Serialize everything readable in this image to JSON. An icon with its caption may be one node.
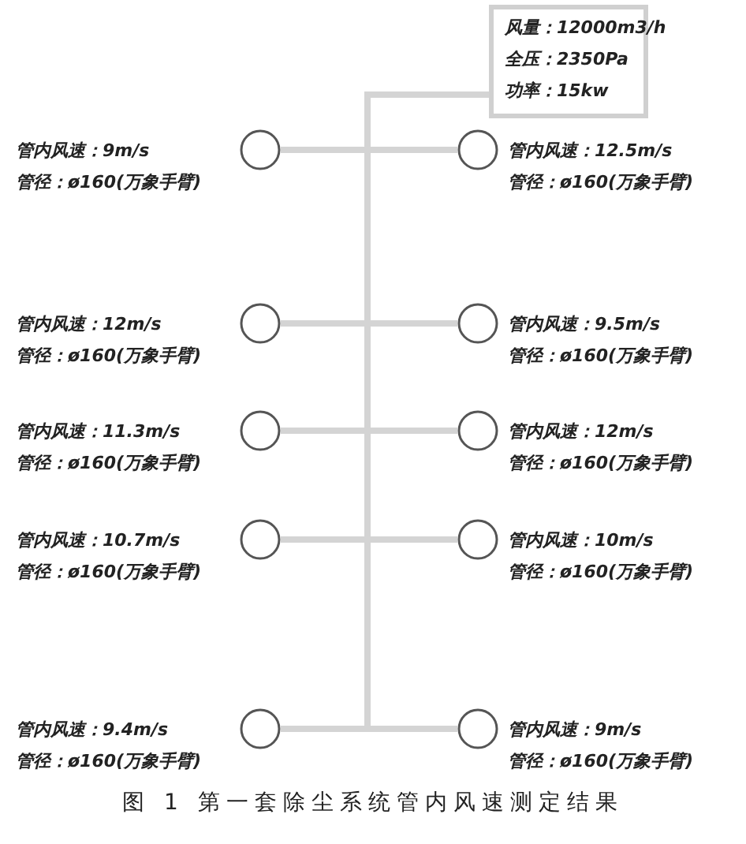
{
  "diagram": {
    "caption": "图 1 第一套除尘系统管内风速测定结果",
    "nodes": [
      {
        "text": [
          "风量：12000m3/h",
          "全压：2350Pa",
          "功率：15kw"
        ]
      },
      {
        "text": [],
        "shape": "circle",
        "beside": [
          "管内风速：9m/s",
          "管径：ø160(万象手臂)"
        ]
      },
      {
        "text": [],
        "shape": "circle",
        "beside": [
          "管内风速：12.5m/s",
          "管径：ø160(万象手臂)"
        ]
      },
      {
        "text": [],
        "shape": "circle",
        "beside": [
          "管内风速：12m/s",
          "管径：ø160(万象手臂)"
        ]
      },
      {
        "text": [],
        "shape": "circle",
        "beside": [
          "管内风速：9.5m/s",
          "管径：ø160(万象手臂)"
        ]
      },
      {
        "text": [],
        "shape": "circle",
        "beside": [
          "管内风速：11.3m/s",
          "管径：ø160(万象手臂)"
        ]
      },
      {
        "text": [],
        "shape": "circle",
        "beside": [
          "管内风速：12m/s",
          "管径：ø160(万象手臂)"
        ]
      },
      {
        "text": [],
        "shape": "circle",
        "beside": [
          "管内风速：10.7m/s",
          "管径：ø160(万象手臂)"
        ]
      },
      {
        "text": [],
        "shape": "circle",
        "beside": [
          "管内风速：10m/s",
          "管径：ø160(万象手臂)"
        ]
      },
      {
        "text": [],
        "shape": "circle",
        "beside": [
          "管内风速：9.4m/s",
          "管径：ø160(万象手臂)"
        ]
      },
      {
        "text": [],
        "shape": "circle",
        "beside": [
          "管内风速：9m/s",
          "管径：ø160(万象手臂)"
        ]
      }
    ],
    "edges": [
      {
        "from": 0,
        "to": 1,
        "arrow": "none"
      },
      {
        "from": 0,
        "to": 2,
        "arrow": "none"
      },
      {
        "from": 0,
        "to": 3,
        "arrow": "none"
      },
      {
        "from": 0,
        "to": 4,
        "arrow": "none"
      },
      {
        "from": 0,
        "to": 5,
        "arrow": "none"
      },
      {
        "from": 0,
        "to": 6,
        "arrow": "none"
      },
      {
        "from": 0,
        "to": 7,
        "arrow": "none"
      },
      {
        "from": 0,
        "to": 8,
        "arrow": "none"
      },
      {
        "from": 0,
        "to": 9,
        "arrow": "none"
      },
      {
        "from": 0,
        "to": 10,
        "arrow": "none"
      }
    ]
  }
}
